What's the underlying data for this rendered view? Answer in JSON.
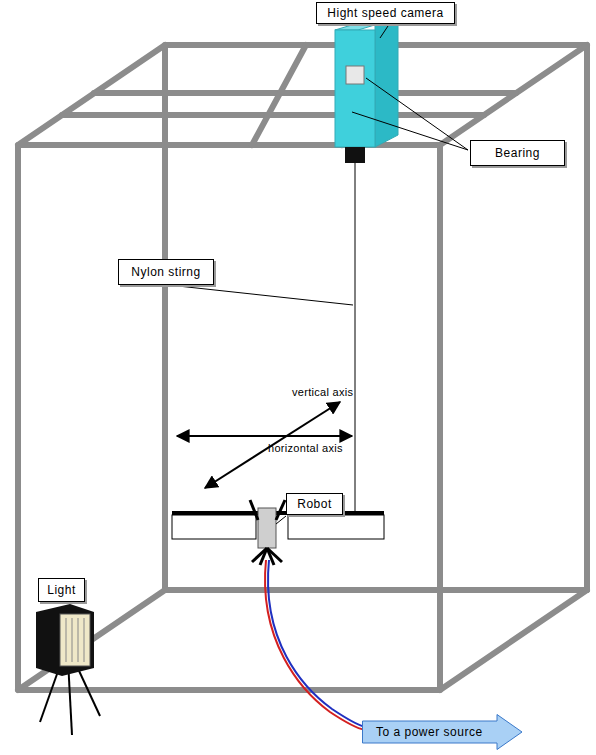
{
  "diagram": {
    "nodes": [
      {
        "text": [
          "Hight speed camera"
        ]
      },
      {
        "text": [
          "Bearing"
        ]
      },
      {
        "text": [
          "Nylon stirng"
        ]
      },
      {
        "text": [
          "Robot"
        ]
      },
      {
        "text": [
          "Light"
        ]
      },
      {
        "text": [
          "To a power source"
        ]
      }
    ],
    "labels": [
      "vertical axis",
      "horizontal axis"
    ]
  }
}
